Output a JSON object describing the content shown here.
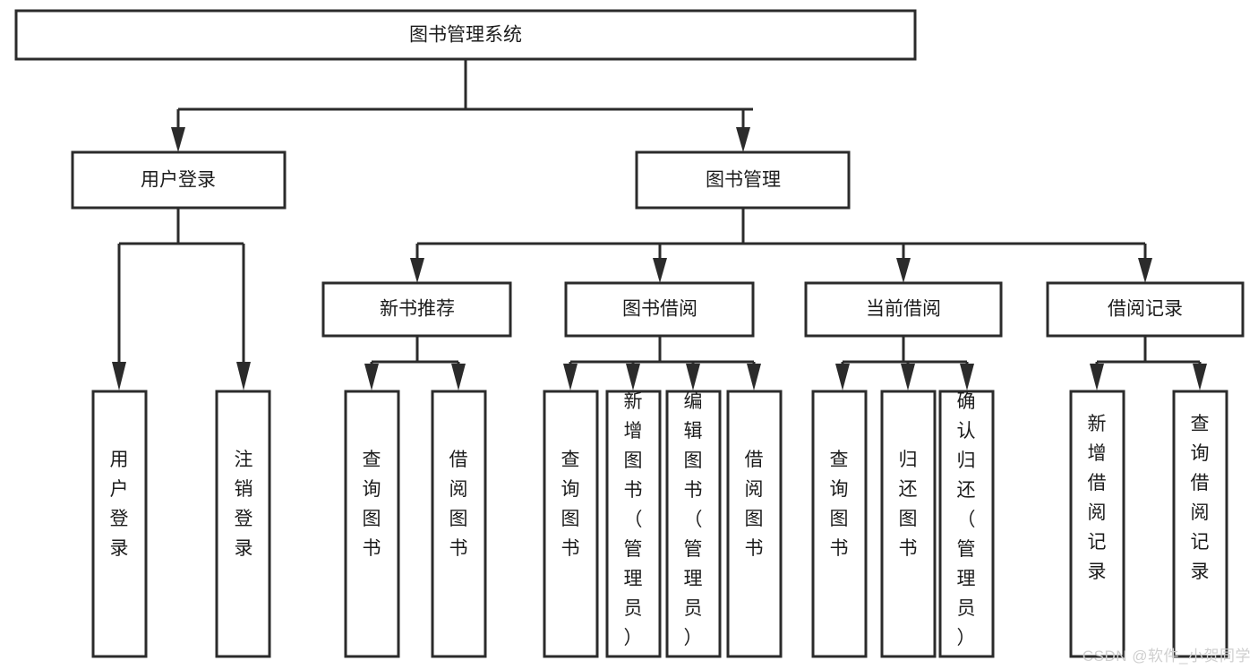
{
  "diagram": {
    "type": "tree-hierarchy",
    "title": "图书管理系统",
    "watermark": "CSDN @软件_小贺同学",
    "colors": {
      "stroke": "#2b2b2b",
      "fill": "#ffffff",
      "text": "#1c1c1c",
      "watermark": "#cfcfcf"
    },
    "levels": {
      "root": {
        "label": "图书管理系统"
      },
      "level2": [
        {
          "label": "用户登录"
        },
        {
          "label": "图书管理"
        }
      ],
      "level3": [
        {
          "label": "新书推荐"
        },
        {
          "label": "图书借阅"
        },
        {
          "label": "当前借阅"
        },
        {
          "label": "借阅记录"
        }
      ],
      "leaves": [
        {
          "label": "用户登录",
          "parent": "用户登录"
        },
        {
          "label": "注销登录",
          "parent": "用户登录"
        },
        {
          "label": "查询图书",
          "parent": "新书推荐"
        },
        {
          "label": "借阅图书",
          "parent": "新书推荐"
        },
        {
          "label": "查询图书",
          "parent": "图书借阅"
        },
        {
          "label": "新增图书（管理员）",
          "parent": "图书借阅"
        },
        {
          "label": "编辑图书（管理员）",
          "parent": "图书借阅"
        },
        {
          "label": "借阅图书",
          "parent": "图书借阅"
        },
        {
          "label": "查询图书",
          "parent": "当前借阅"
        },
        {
          "label": "归还图书",
          "parent": "当前借阅"
        },
        {
          "label": "确认归还（管理员）",
          "parent": "当前借阅"
        },
        {
          "label": "新增借阅记录",
          "parent": "借阅记录"
        },
        {
          "label": "查询借阅记录",
          "parent": "借阅记录"
        }
      ]
    }
  }
}
